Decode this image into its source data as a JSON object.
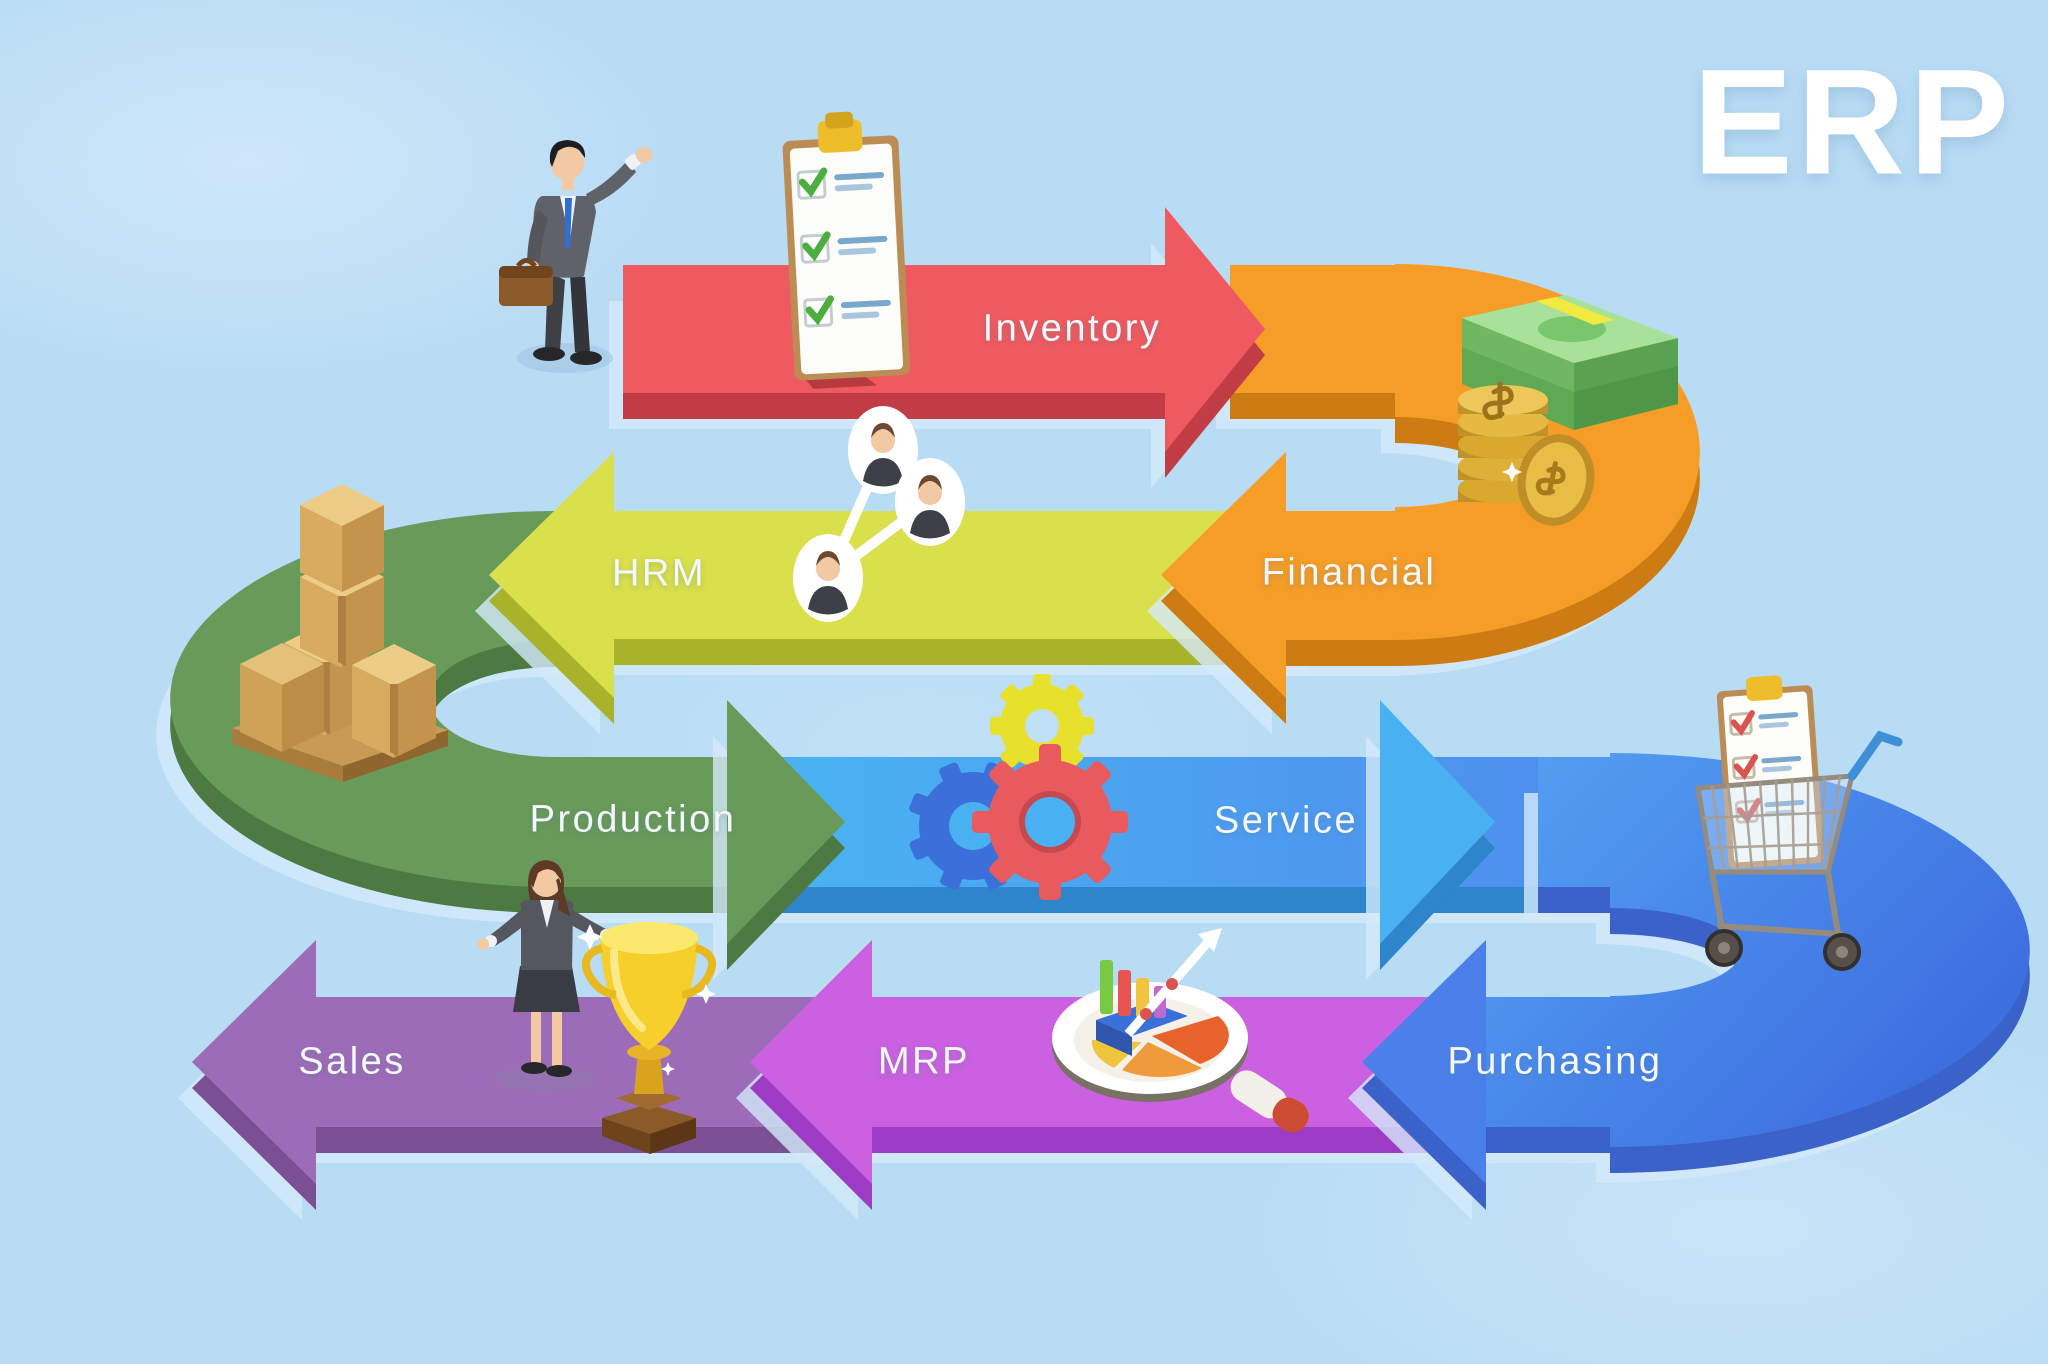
{
  "title": {
    "text": "ERP"
  },
  "background": {
    "color": "#b9dcf5"
  },
  "flow": {
    "segments": [
      {
        "id": "inventory",
        "label": "Inventory",
        "direction": "right",
        "row": 1,
        "color": "#ee5a5f",
        "side_color": "#c13c44"
      },
      {
        "id": "financial",
        "label": "Financial",
        "direction": "left",
        "row": 2,
        "color": "#f59d26",
        "side_color": "#cc7c12"
      },
      {
        "id": "hrm",
        "label": "HRM",
        "direction": "left",
        "row": 2,
        "color": "#d9e04b",
        "side_color": "#a9b32a"
      },
      {
        "id": "production",
        "label": "Production",
        "direction": "right",
        "row": 3,
        "color": "#689a59",
        "side_color": "#4d7a42"
      },
      {
        "id": "service",
        "label": "Service",
        "direction": "right",
        "row": 3,
        "color": "#49b1f1",
        "side_color": "#2e85cc"
      },
      {
        "id": "purchasing",
        "label": "Purchasing",
        "direction": "left",
        "row": 4,
        "color": "#4b80ea",
        "side_color": "#3a62c8"
      },
      {
        "id": "mrp",
        "label": "MRP",
        "direction": "left",
        "row": 4,
        "color": "#cb61e0",
        "side_color": "#9c3bc4"
      },
      {
        "id": "sales",
        "label": "Sales",
        "direction": "left",
        "row": 4,
        "color": "#9d6cb8",
        "side_color": "#7b4f94"
      }
    ]
  },
  "illustrations": {
    "items": [
      {
        "name": "businessman-icon"
      },
      {
        "name": "checklist-clipboard-icon"
      },
      {
        "name": "money-icon",
        "currency_symbol": "$"
      },
      {
        "name": "team-network-icon"
      },
      {
        "name": "warehouse-boxes-icon"
      },
      {
        "name": "gears-icon"
      },
      {
        "name": "shopping-cart-icon"
      },
      {
        "name": "magnifier-analytics-icon"
      },
      {
        "name": "businesswoman-icon"
      },
      {
        "name": "trophy-icon"
      }
    ]
  }
}
